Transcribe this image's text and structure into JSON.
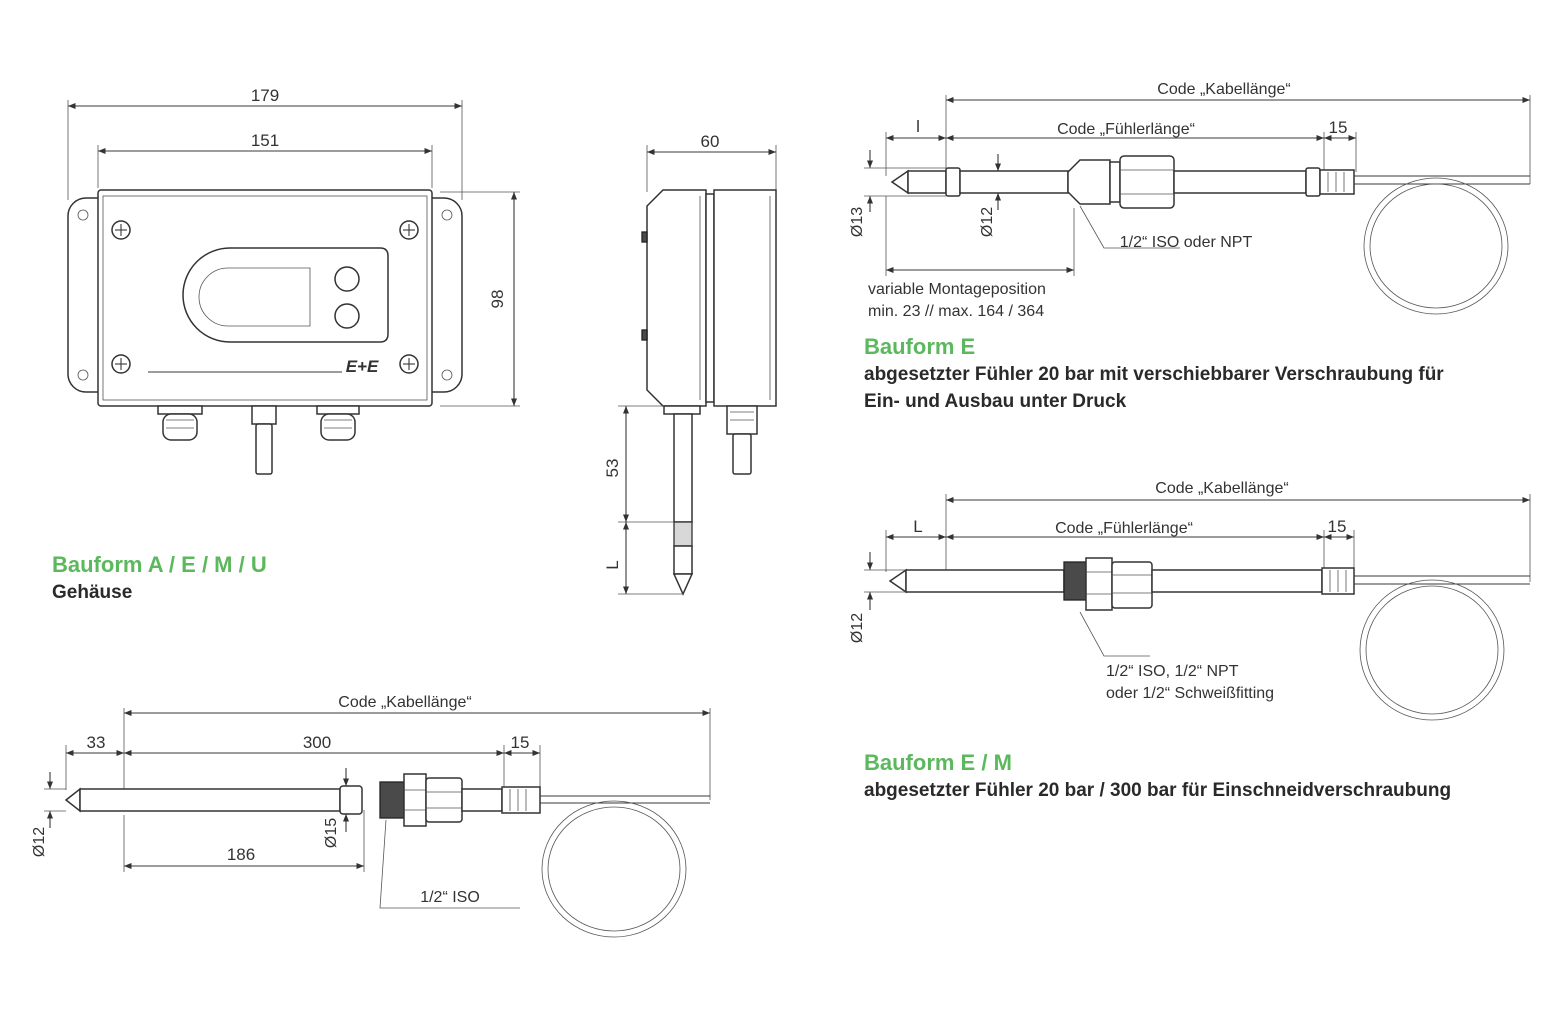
{
  "housing": {
    "dim_total_width": "179",
    "dim_inner_width": "151",
    "dim_height": "98",
    "dim_depth": "60",
    "dim_probe_length": "53",
    "dim_probe_L": "L",
    "logo": "E+E",
    "heading": "Bauform A / E / M / U",
    "subtitle": "Gehäuse"
  },
  "remote_probe": {
    "dim_cable": "Code „Kabellänge“",
    "dim_tip": "33",
    "dim_probe": "300",
    "dim_end": "15",
    "dim_mount": "186",
    "dim_dia_probe": "Ø12",
    "dim_dia_sleeve": "Ø15",
    "thread_label": "1/2“ ISO"
  },
  "variant_e": {
    "dim_cable": "Code „Kabellänge“",
    "dim_L": "l",
    "dim_probe": "Code „Fühlerlänge“",
    "dim_end": "15",
    "dim_dia_outer": "Ø13",
    "dim_dia_probe": "Ø12",
    "thread_label": "1/2“ ISO oder NPT",
    "mount_line1": "variable Montageposition",
    "mount_line2": "min. 23 // max. 164 / 364",
    "heading": "Bauform E",
    "subtitle_line1": "abgesetzter Fühler 20 bar mit verschiebbarer Verschraubung für",
    "subtitle_line2": "Ein- und Ausbau unter Druck"
  },
  "variant_em": {
    "dim_cable": "Code „Kabellänge“",
    "dim_L": "L",
    "dim_probe": "Code „Fühlerlänge“",
    "dim_end": "15",
    "dim_dia_probe": "Ø12",
    "thread_line1": "1/2“ ISO, 1/2“ NPT",
    "thread_line2": "oder 1/2“ Schweißfitting",
    "heading": "Bauform E / M",
    "subtitle": "abgesetzter Fühler 20 bar / 300 bar für Einschneidverschraubung"
  },
  "colors": {
    "heading_green": "#5cb85c"
  }
}
